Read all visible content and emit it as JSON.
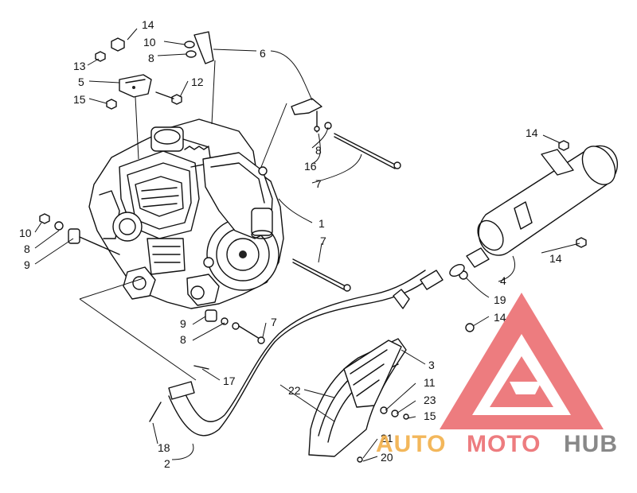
{
  "diagram": {
    "callouts": [
      {
        "id": "c14a",
        "text": "14"
      },
      {
        "id": "c10a",
        "text": "10"
      },
      {
        "id": "c8a",
        "text": "8"
      },
      {
        "id": "c6",
        "text": "6"
      },
      {
        "id": "c13",
        "text": "13"
      },
      {
        "id": "c5",
        "text": "5"
      },
      {
        "id": "c12",
        "text": "12"
      },
      {
        "id": "c15a",
        "text": "15"
      },
      {
        "id": "c8b",
        "text": "8"
      },
      {
        "id": "c16",
        "text": "16"
      },
      {
        "id": "c7a",
        "text": "7"
      },
      {
        "id": "c14b",
        "text": "14"
      },
      {
        "id": "c1",
        "text": "1"
      },
      {
        "id": "c7b",
        "text": "7"
      },
      {
        "id": "c10b",
        "text": "10"
      },
      {
        "id": "c8c",
        "text": "8"
      },
      {
        "id": "c9a",
        "text": "9"
      },
      {
        "id": "c14c",
        "text": "14"
      },
      {
        "id": "c4",
        "text": "4"
      },
      {
        "id": "c19",
        "text": "19"
      },
      {
        "id": "c14d",
        "text": "14"
      },
      {
        "id": "c9b",
        "text": "9"
      },
      {
        "id": "c7c",
        "text": "7"
      },
      {
        "id": "c8d",
        "text": "8"
      },
      {
        "id": "c3",
        "text": "3"
      },
      {
        "id": "c17",
        "text": "17"
      },
      {
        "id": "c11",
        "text": "11"
      },
      {
        "id": "c22",
        "text": "22"
      },
      {
        "id": "c23",
        "text": "23"
      },
      {
        "id": "c15b",
        "text": "15"
      },
      {
        "id": "c18",
        "text": "18"
      },
      {
        "id": "c2",
        "text": "2"
      },
      {
        "id": "c21",
        "text": "21"
      },
      {
        "id": "c20",
        "text": "20"
      }
    ]
  },
  "watermark": {
    "brand_part1": "AUTO",
    "brand_part2": "MOTO",
    "brand_part3": "HUB",
    "colors": {
      "red": "#e8484d",
      "orange": "#f2b04a",
      "gray": "#7c7c7c"
    }
  }
}
